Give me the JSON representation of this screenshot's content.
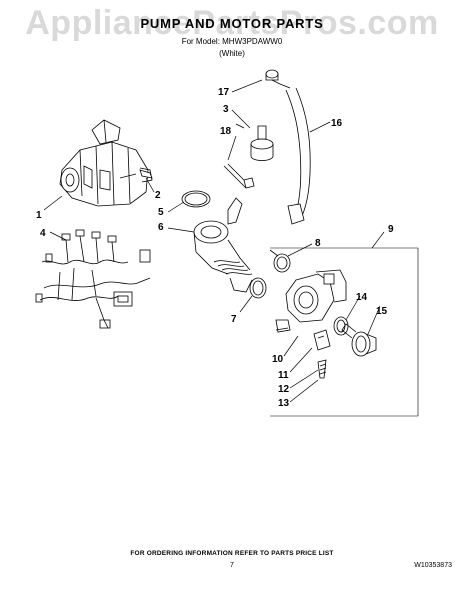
{
  "watermark": "AppliancePartsPros.com",
  "header": {
    "title": "PUMP AND MOTOR PARTS",
    "model_line": "For Model: MHW3PDAWW0",
    "color_line": "(White)"
  },
  "callouts": [
    "1",
    "2",
    "3",
    "4",
    "5",
    "6",
    "7",
    "8",
    "9",
    "10",
    "11",
    "12",
    "13",
    "14",
    "15",
    "16",
    "17",
    "18"
  ],
  "footer": {
    "ordering_note": "FOR ORDERING INFORMATION REFER TO PARTS PRICE LIST",
    "page_number": "7",
    "doc_number": "W10353873"
  }
}
